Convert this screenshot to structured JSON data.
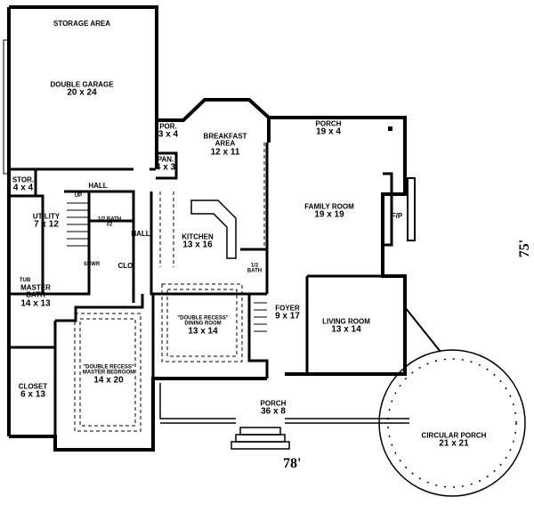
{
  "rooms": [
    {
      "name": "STORAGE AREA",
      "dims": ""
    },
    {
      "name": "DOUBLE GARAGE",
      "dims": "20 x 24"
    },
    {
      "name": "POR.",
      "dims": "3 x 4"
    },
    {
      "name": "BREAKFAST AREA",
      "dims": "12 x 11"
    },
    {
      "name": "PORCH",
      "dims": "19 x 4"
    },
    {
      "name": "PAN.",
      "dims": "4 x 3"
    },
    {
      "name": "STOR.",
      "dims": "4 x 4"
    },
    {
      "name": "HALL",
      "dims": ""
    },
    {
      "name": "UTILITY",
      "dims": "7 x 12"
    },
    {
      "name": "1/2 BATH #2",
      "dims": ""
    },
    {
      "name": "HALL",
      "dims": ""
    },
    {
      "name": "KITCHEN",
      "dims": "13 x 16"
    },
    {
      "name": "FAMILY ROOM",
      "dims": "19 x 19"
    },
    {
      "name": "F/P",
      "dims": ""
    },
    {
      "name": "CLO.",
      "dims": ""
    },
    {
      "name": "1/2 BATH",
      "dims": ""
    },
    {
      "name": "MASTER BATH",
      "dims": "14 x 13"
    },
    {
      "name": "\"DOUBLE RECESS\" DINING ROOM",
      "dims": "13 x 14"
    },
    {
      "name": "FOYER",
      "dims": "9 x 17"
    },
    {
      "name": "LIVING ROOM",
      "dims": "13 x 14"
    },
    {
      "name": "\"DOUBLE RECESS\" MASTER BEDROOM",
      "dims": "14 x 20"
    },
    {
      "name": "CLOSET",
      "dims": "6 x 13"
    },
    {
      "name": "PORCH",
      "dims": "36 x 8"
    },
    {
      "name": "CIRCULAR PORCH",
      "dims": "21 x 21"
    }
  ],
  "fixtures": {
    "tub": "TUB",
    "shower": "SHWR",
    "stair_up": "UP"
  },
  "dimensions": {
    "width": "78'",
    "depth": "75'"
  }
}
